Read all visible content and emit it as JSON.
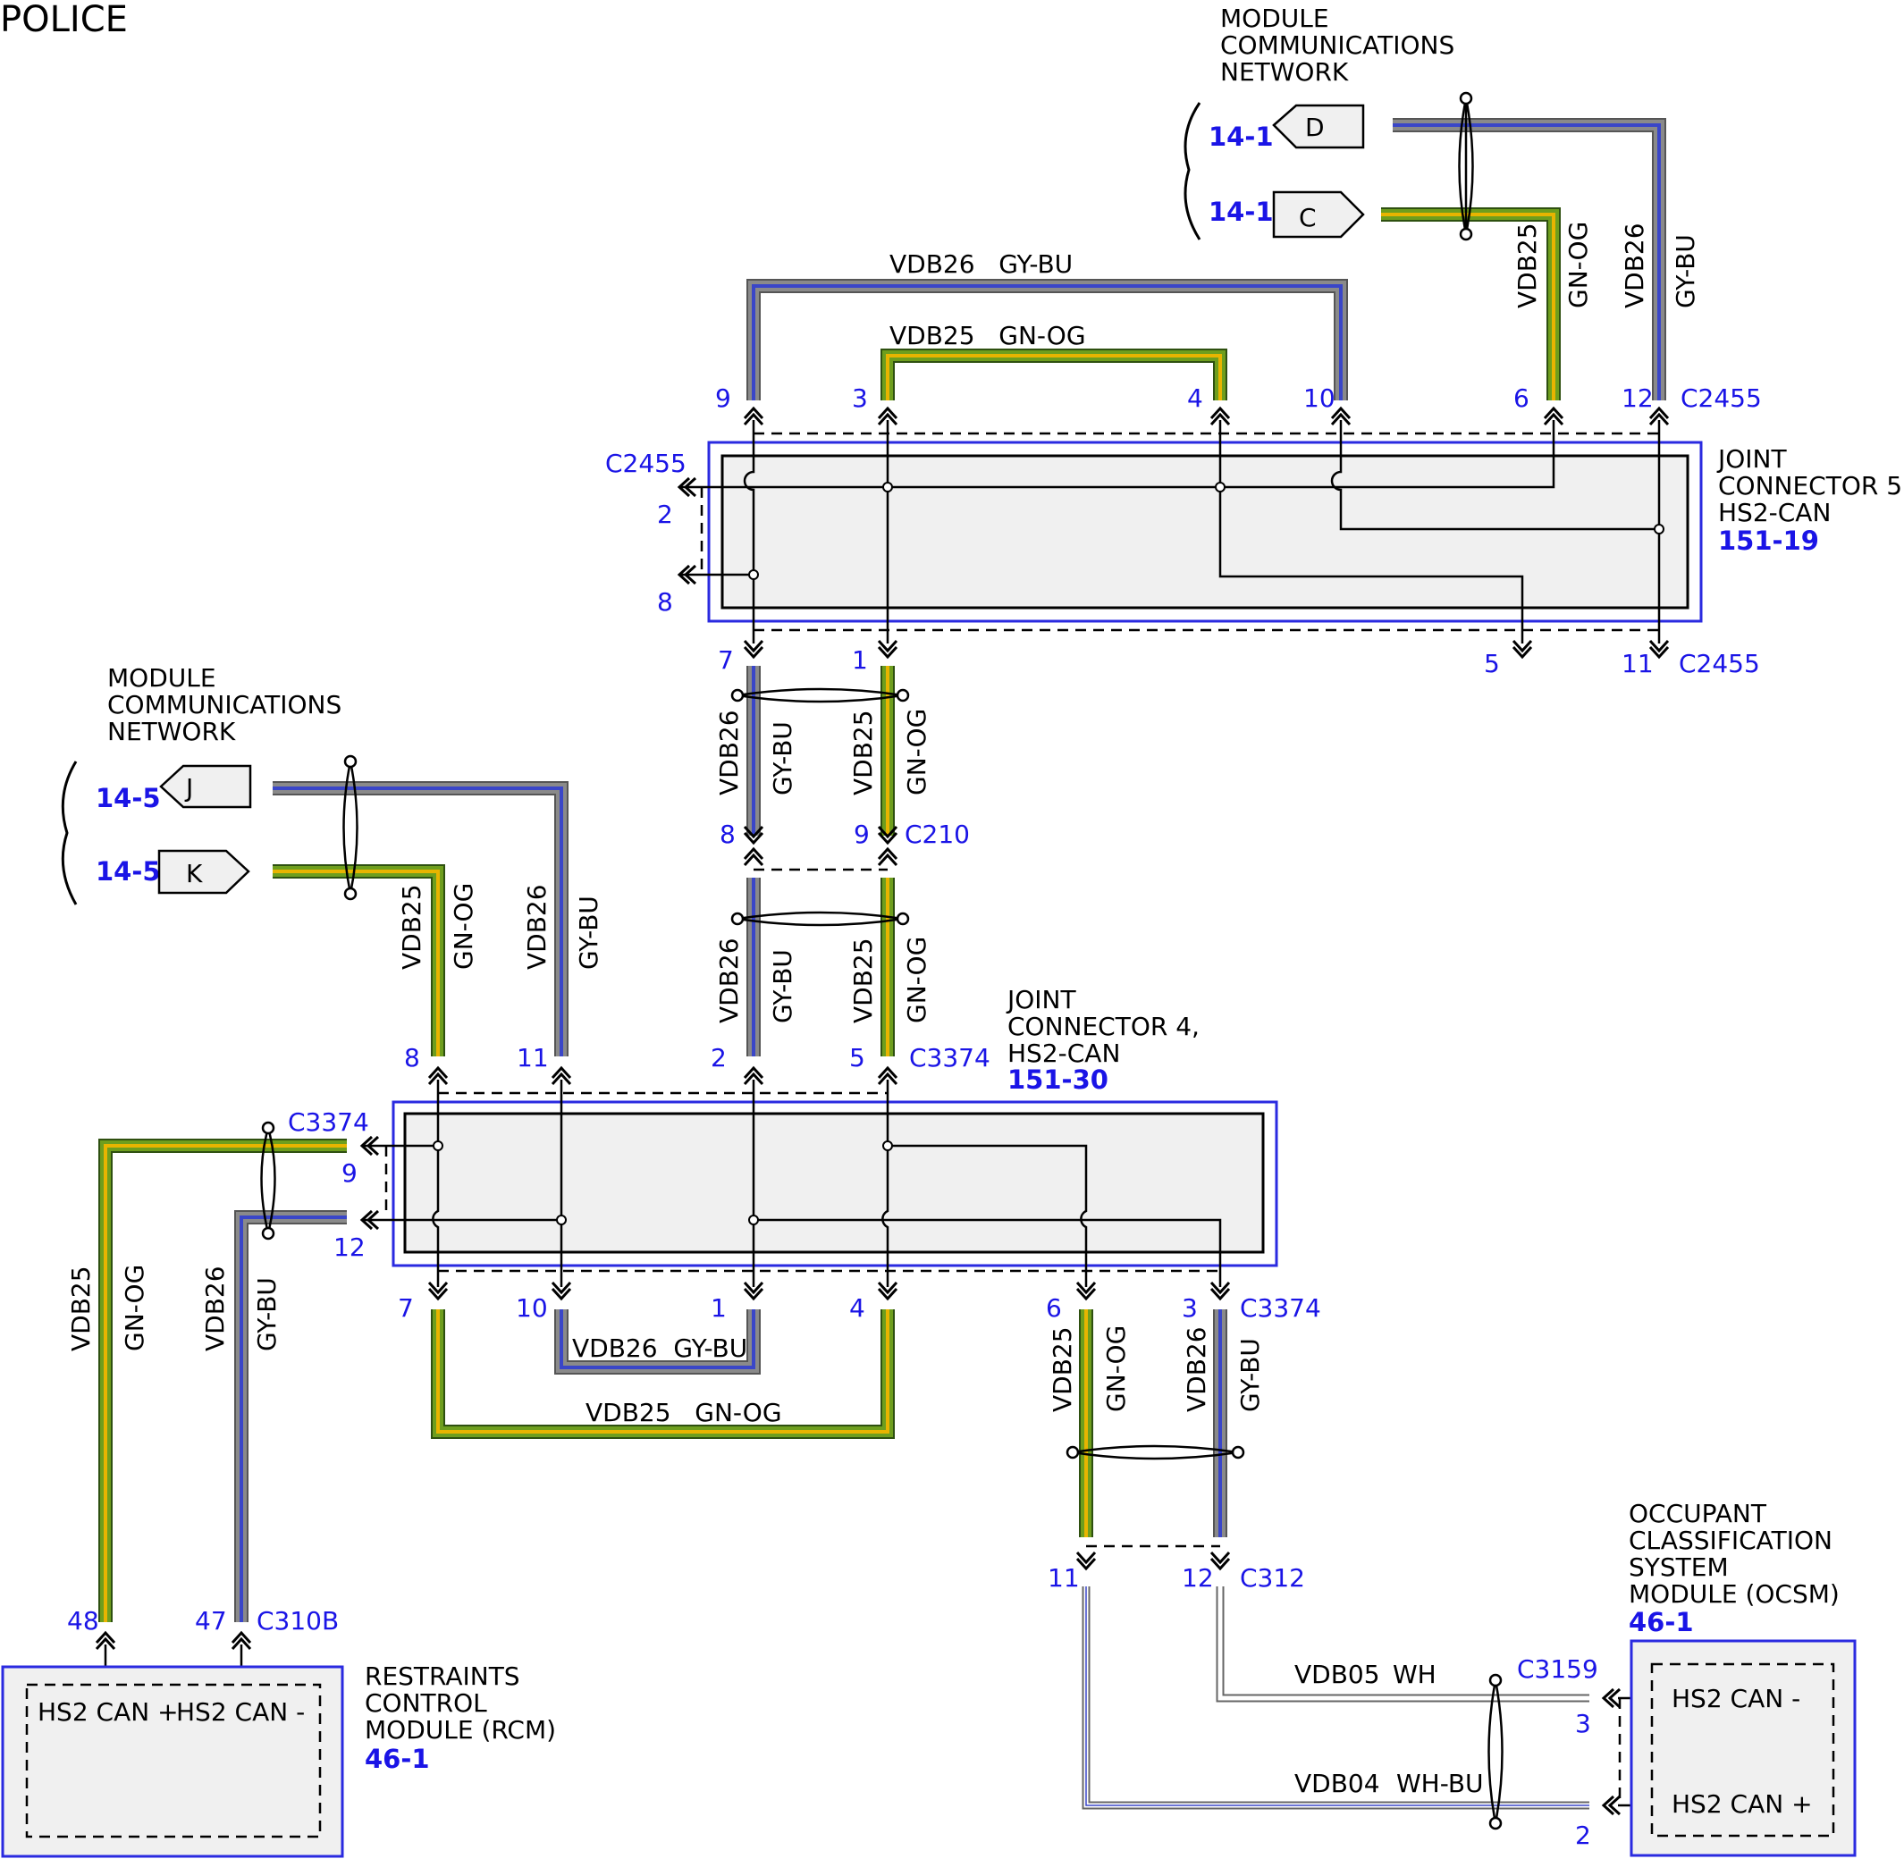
{
  "page_label": "POLICE",
  "colors": {
    "gn_og_core": "#6e9e1e",
    "gn_og_stripe": "#e8b400",
    "gy_bu_core": "#808080",
    "gy_bu_stripe": "#3a46c8",
    "pin_text": "#1a14e6",
    "module_fill": "#f0f0f0"
  },
  "mcn_top": {
    "label_lines": [
      "MODULE",
      "COMMUNICATIONS",
      "NETWORK"
    ],
    "ref_d": "14-1",
    "ref_c": "14-1",
    "pin_d": "D",
    "pin_c": "C"
  },
  "mcn_left": {
    "label_lines": [
      "MODULE",
      "COMMUNICATIONS",
      "NETWORK"
    ],
    "ref_j": "14-5",
    "ref_k": "14-5",
    "pin_j": "J",
    "pin_k": "K"
  },
  "jc5": {
    "title_lines": [
      "JOINT",
      "CONNECTOR 5,",
      "HS2-CAN"
    ],
    "ref": "151-19",
    "connector": "C2455",
    "pins_top": [
      "9",
      "3",
      "4",
      "10",
      "6",
      "12"
    ],
    "pins_left": [
      "2",
      "8"
    ],
    "pins_bottom": [
      "7",
      "1",
      "5",
      "11"
    ]
  },
  "jc4": {
    "title_lines": [
      "JOINT",
      "CONNECTOR 4,",
      "HS2-CAN"
    ],
    "ref": "151-30",
    "connector": "C3374",
    "pins_top": [
      "8",
      "11",
      "2",
      "5"
    ],
    "pins_left": [
      "9",
      "12"
    ],
    "pins_bottom": [
      "7",
      "10",
      "1",
      "4",
      "6",
      "3"
    ]
  },
  "c210": {
    "connector": "C210",
    "pins": [
      "8",
      "9"
    ]
  },
  "c312": {
    "connector": "C312",
    "pins": [
      "11",
      "12"
    ]
  },
  "rcm": {
    "title_lines": [
      "RESTRAINTS",
      "CONTROL",
      "MODULE (RCM)"
    ],
    "ref": "46-1",
    "connector": "C310B",
    "pins": [
      "48",
      "47"
    ],
    "terminals": [
      "HS2 CAN +",
      "HS2 CAN -"
    ]
  },
  "ocsm": {
    "title_lines": [
      "OCCUPANT",
      "CLASSIFICATION",
      "SYSTEM",
      "MODULE (OCSM)"
    ],
    "ref": "46-1",
    "connector": "C3159",
    "pins": [
      "3",
      "2"
    ],
    "terminals": [
      "HS2 CAN -",
      "HS2 CAN +"
    ]
  },
  "wires": {
    "vdb26": "VDB26",
    "vdb25": "VDB25",
    "vdb05": "VDB05",
    "vdb04": "VDB04",
    "gy_bu": "GY-BU",
    "gn_og": "GN-OG",
    "wh": "WH",
    "wh_bu": "WH-BU",
    "jc5_loop_26": "VDB26   GY-BU",
    "jc5_loop_25": "VDB25   GN-OG",
    "jc4_loop_26": "VDB26  GY-BU",
    "jc4_loop_25": "VDB25   GN-OG"
  }
}
